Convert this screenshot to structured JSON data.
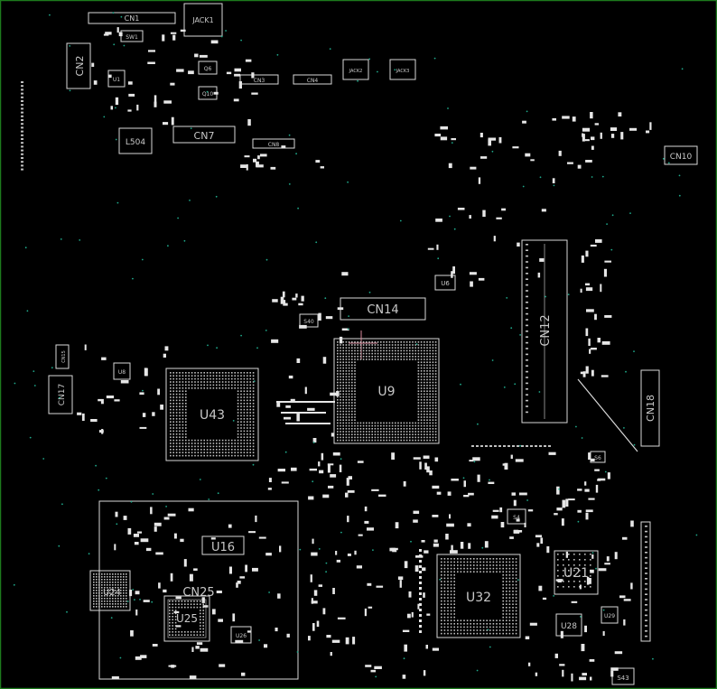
{
  "board": {
    "border_color": "#1d7a1d",
    "outline_color": "#d8d8d8",
    "background": "#000000"
  },
  "labels": {
    "cn1": "CN1",
    "jack1": "JACK1",
    "cn2": "CN2",
    "sw1": "SW1",
    "u1": "U1",
    "q6": "Q6",
    "q10": "Q10",
    "cn3": "CN3",
    "cn4": "CN4",
    "jack2": "JACK2",
    "jack3": "JACK3",
    "l504": "L504",
    "cn7": "CN7",
    "cn8": "CN8",
    "cn10": "CN10",
    "u6": "U6",
    "cn14": "CN14",
    "cn12": "CN12",
    "s40": "S40",
    "cn15": "CN15",
    "u8": "U8",
    "cn17": "CN17",
    "u43": "U43",
    "u9": "U9",
    "cn18": "CN18",
    "s6": "S6",
    "u16": "U16",
    "u24": "U24",
    "cn25": "CN25",
    "u25": "U25",
    "u26": "U26",
    "s4": "S4",
    "u32": "U32",
    "u21": "U21",
    "u28": "U28",
    "u29": "U29",
    "s43": "S43"
  }
}
